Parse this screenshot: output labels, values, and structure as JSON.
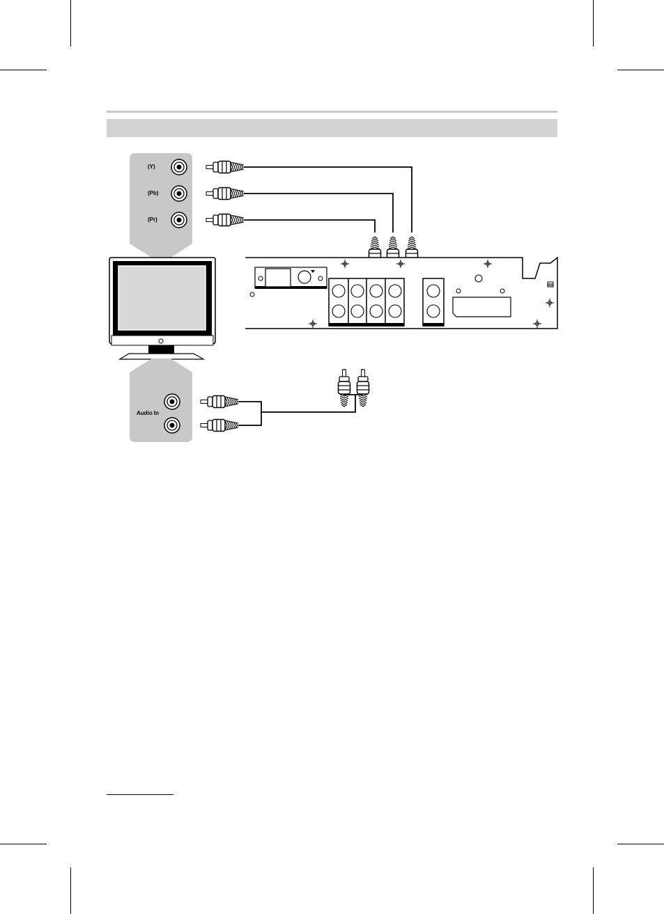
{
  "panels": {
    "component_jacks": [
      {
        "label": "(Y)"
      },
      {
        "label": "(Pb)"
      },
      {
        "label": "(Pr)"
      }
    ],
    "audio_label": "Audio In"
  }
}
